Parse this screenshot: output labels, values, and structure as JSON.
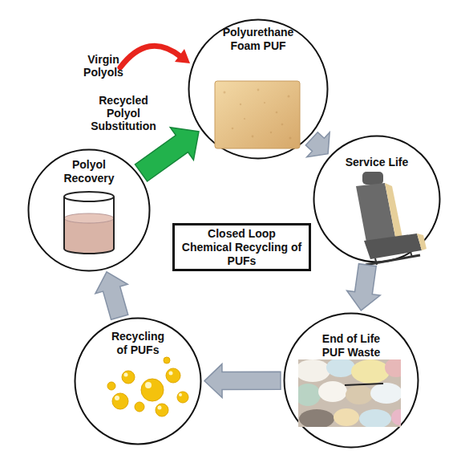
{
  "diagram": {
    "nodes": [
      {
        "text": [
          "Polyurethane Foam PUF"
        ]
      },
      {
        "text": [
          "Service Life"
        ]
      },
      {
        "text": [
          "End of Life PUF Waste"
        ]
      },
      {
        "text": [
          "Recycling of PUFs"
        ]
      },
      {
        "text": [
          "Polyol Recovery"
        ]
      },
      {
        "text": [
          "Closed Loop Chemical Recycling of PUFs"
        ]
      }
    ],
    "edges": [
      {
        "from": 0,
        "to": 1,
        "arrow": "to"
      },
      {
        "from": 1,
        "to": 2,
        "arrow": "to"
      },
      {
        "from": 2,
        "to": 3,
        "arrow": "to"
      },
      {
        "from": 3,
        "to": 4,
        "arrow": "to"
      },
      {
        "from": 4,
        "to": 0,
        "arrow": "to",
        "label": "Recycled Polyol Substitution"
      }
    ],
    "labels": [
      "Virgin Polyols"
    ]
  }
}
